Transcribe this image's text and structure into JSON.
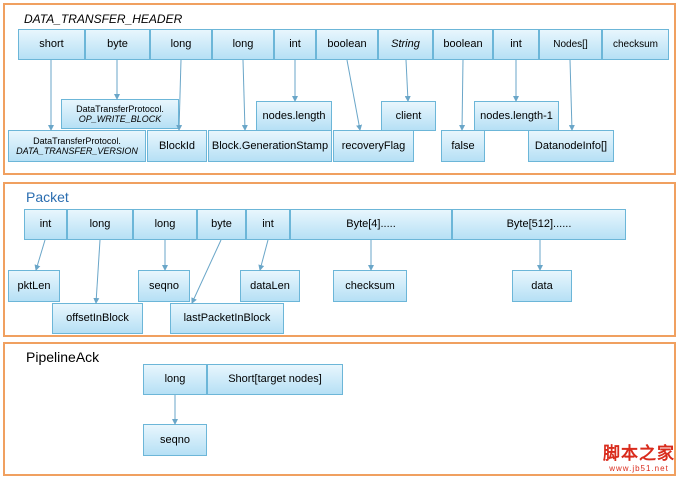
{
  "header": {
    "title": "DATA_TRANSFER_HEADER",
    "fields": [
      "short",
      "byte",
      "long",
      "long",
      "int",
      "boolean",
      "String",
      "boolean",
      "int",
      "Nodes[]",
      "checksum"
    ],
    "labels": {
      "version_line1": "DataTransferProtocol.",
      "version_line2": "DATA_TRANSFER_VERSION",
      "op_line1": "DataTransferProtocol.",
      "op_line2": "OP_WRITE_BLOCK",
      "block_id": "BlockId",
      "gen_stamp": "Block.GenerationStamp",
      "nodes_length": "nodes.length",
      "recovery_flag": "recoveryFlag",
      "client": "client",
      "false": "false",
      "nodes_length_minus_1": "nodes.length-1",
      "datanode_info": "DatanodeInfo[]"
    }
  },
  "packet": {
    "title": "Packet",
    "fields": [
      "int",
      "long",
      "long",
      "byte",
      "int",
      "Byte[4].....",
      "Byte[512]......"
    ],
    "labels": {
      "pkt_len": "pktLen",
      "offset_in_block": "offsetInBlock",
      "seqno": "seqno",
      "last_packet": "lastPacketInBlock",
      "data_len": "dataLen",
      "checksum": "checksum",
      "data": "data"
    }
  },
  "ack": {
    "title": "PipelineAck",
    "fields": [
      "long",
      "Short[target nodes]"
    ],
    "labels": {
      "seqno": "seqno"
    }
  },
  "watermark": {
    "line1": "脚本之家",
    "line2": "www.jb51.net"
  },
  "colors": {
    "panel_border": "#f0a060",
    "box_border": "#6cb6d8",
    "box_fill_top": "#e8f6fd",
    "box_fill_bottom": "#b6e0f5",
    "title_blue": "#2a6db0",
    "watermark": "#d92b1c"
  }
}
